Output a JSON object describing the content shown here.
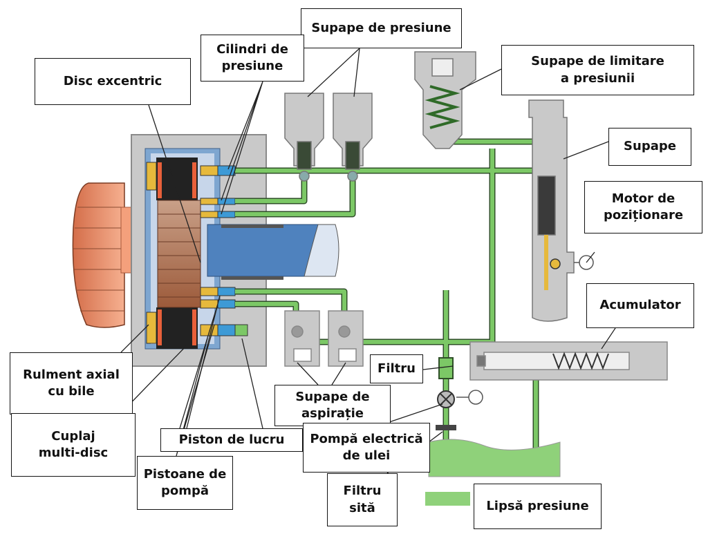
{
  "labels": {
    "supape_presiune": "Supape de presiune",
    "cilindri_1": "Cilindri de",
    "cilindri_2": "presiune",
    "disc_excentric": "Disc excentric",
    "limitare_1": "Supape de limitare",
    "limitare_2": "a presiunii",
    "supape": "Supape",
    "motor_1": "Motor de",
    "motor_2": "poziționare",
    "acumulator": "Acumulator",
    "filtru": "Filtru",
    "rulment_1": "Rulment axial",
    "rulment_2": "cu bile",
    "aspiratie_1": "Supape de",
    "aspiratie_2": "aspirație",
    "cuplaj_1": "Cuplaj",
    "cuplaj_2": "multi-disc",
    "piston_lucru": "Piston de lucru",
    "pompa_1": "Pompă electrică",
    "pompa_2": "de ulei",
    "pistoane_1": "Pistoane de",
    "pistoane_2": "pompă",
    "filtru_sita_1": "Filtru",
    "filtru_sita_2": "sită"
  },
  "legend": {
    "label": "Lipsă presiune",
    "color": "#8fd17a"
  },
  "colors": {
    "oil_line": "#7cc866",
    "housing": "#c9c9c9",
    "shaft": "#4f82be",
    "gear": "#e8906a",
    "piston_yellow": "#e6b93c",
    "piston_blue": "#3d9ad6",
    "clutch": "#222222"
  }
}
